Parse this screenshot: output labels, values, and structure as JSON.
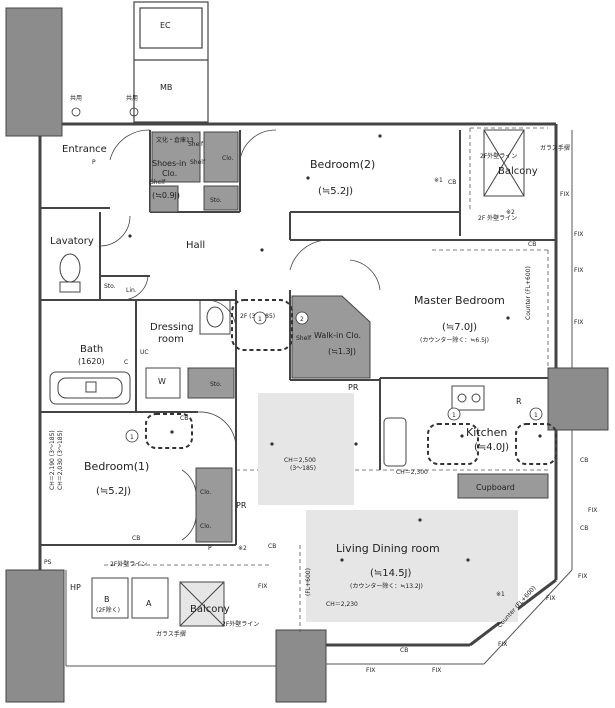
{
  "colors": {
    "wall": "#444444",
    "column": "#8c8c8c",
    "storage": "#9a9a9a",
    "shade": "#e6e6e6",
    "line": "#333333",
    "dashed_loop": "#333333"
  },
  "labels": {
    "ec": "EC",
    "mb": "MB",
    "common_left": "共用",
    "common_right": "共用",
    "entrance": "Entrance",
    "shoes_in_clo_1": "Shoes-in",
    "shoes_in_clo_2": "Clo.",
    "shoes_area": "(≒0.9J)",
    "shelf_a": "Shelf",
    "shelf_b": "Shelf",
    "shelf_c": "Shelf",
    "clo_a": "Clo.",
    "sto_a": "Sto.",
    "bedroom2": "Bedroom(2)",
    "bedroom2_area": "(≒5.2J)",
    "balcony_top": "Balcony",
    "hall": "Hall",
    "lavatory": "Lavatory",
    "sto_lav": "Sto.",
    "lin": "Lin.",
    "dressing_room_1": "Dressing",
    "dressing_room_2": "room",
    "bath": "Bath",
    "bath_size": "(1620)",
    "uc": "UC",
    "w": "W",
    "sto_mid": "Sto.",
    "walkin_clo": "Walk-in Clo.",
    "walkin_area": "(≒1.3J)",
    "walkin_shelf": "Shelf",
    "master_bedroom": "Master Bedroom",
    "master_area": "(≒7.0J)",
    "master_counter": "(カウンター除く：≒6.5J)",
    "kitchen": "Kitchen",
    "kitchen_area": "(≒4.0J)",
    "r": "R",
    "cupboard": "Cupboard",
    "bedroom1": "Bedroom(1)",
    "bedroom1_area": "(≒5.2J)",
    "clo_b": "Clo.",
    "clo_c": "Clo.",
    "pr_top": "PR",
    "pr_mid": "PR",
    "living": "Living Dining room",
    "living_area": "(≒14.5J)",
    "living_counter": "(カウンター除く：≒13.2J)",
    "ch_living": "CH＝2,500",
    "ch_living_sub": "(3～185)",
    "ch_kitchen": "CH＝2,300",
    "ch_balcony": "CH＝2,230",
    "balcony_bottom": "Balcony",
    "hp": "HP",
    "ps": "PS",
    "b_label": "B",
    "b_sub": "(2F除く)",
    "a_label": "A",
    "glass_rail_bottom": "ガラス手摺",
    "outer_wall_line_bottom": "2F外壁ライン",
    "outer_wall_line_b2": "2F外壁ライン",
    "outer_wall_line_top": "2F外壁ライン",
    "outer_wall_line_top2": "2F\n外壁ライン",
    "glass_rail_top": "ガラス手摺",
    "counter_top": "Counter (FL+600)",
    "counter_right": "Counter (FL+600)",
    "fl_living": "(FL+600)",
    "cb1": "CB",
    "cb2": "CB",
    "cb3": "CB",
    "cb4": "CB",
    "cb5": "CB",
    "cb6": "CB",
    "cb7": "CB",
    "cb8": "CB",
    "fix1": "FIX",
    "fix2": "FIX",
    "fix3": "FIX",
    "fix4": "FIX",
    "fix5": "FIX",
    "fix6": "FIX",
    "fix7": "FIX",
    "fix8": "FIX",
    "fix9": "FIX",
    "fix10": "FIX",
    "fix11": "FIX",
    "note1": "※1",
    "note2": "※2",
    "note1b": "※1",
    "note2b": "※2",
    "loop1": "1",
    "loop2": "2",
    "loop3": "1",
    "loop4": "1",
    "loop5": "1",
    "p_label": "P",
    "p_label2": "P",
    "c_label": "C",
    "ch_bed_left": "CH＝2,190 (3～185)",
    "ch_bed_left2": "CH＝2,030 (3～185)",
    "ch_walkin": "2F (3～185)",
    "top_small_note": "文化・倉庫13"
  }
}
